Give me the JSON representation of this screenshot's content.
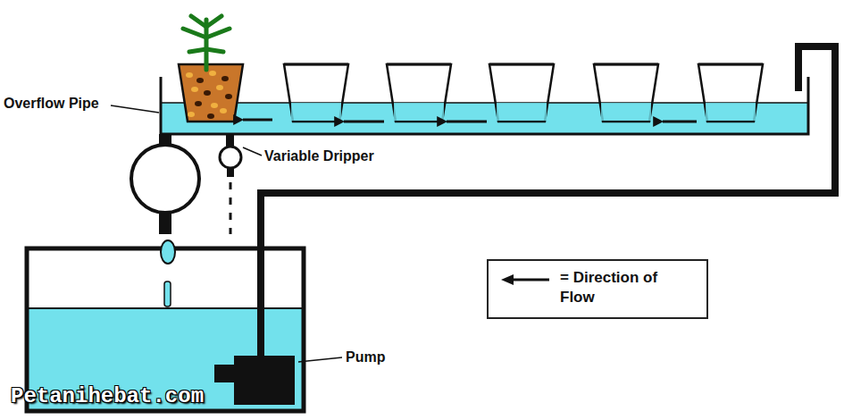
{
  "diagram": {
    "labels": [
      "Overflow Pipe",
      "Variable Dripper",
      "Pump",
      "Petanihebat.com"
    ],
    "legend": [
      {
        "text": "= Direction of Flow"
      }
    ]
  }
}
